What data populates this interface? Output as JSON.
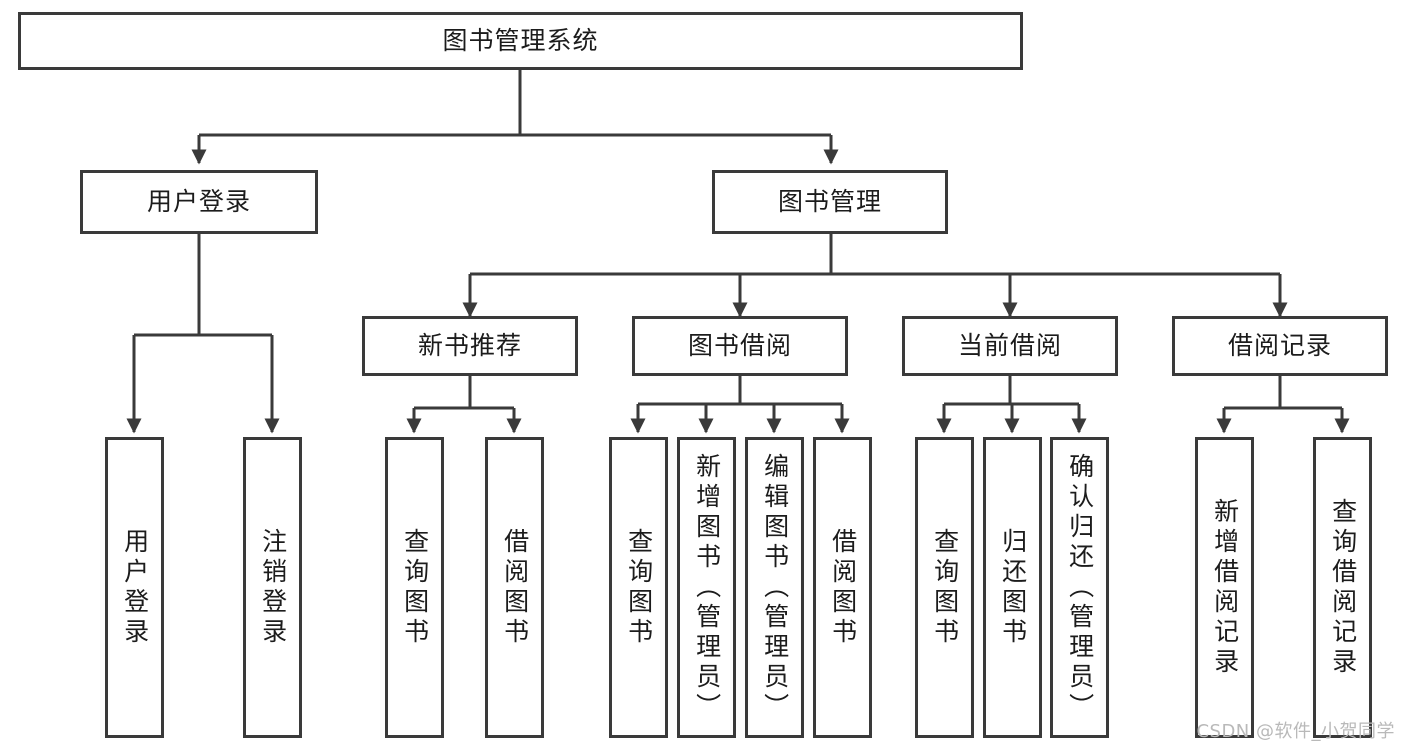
{
  "diagram": {
    "title": "图书管理系统",
    "watermark": "CSDN @软件_小贺同学",
    "colors": {
      "stroke": "#3a3a3a",
      "fill": "#ffffff",
      "text": "#1c1c1c",
      "watermark": "#b9b9b9"
    },
    "nodes": {
      "root": "图书管理系统",
      "user_login": "用户登录",
      "book_manage": "图书管理",
      "new_book_rec": "新书推荐",
      "book_borrow": "图书借阅",
      "current_borrow": "当前借阅",
      "borrow_record": "借阅记录",
      "leaf_user_login": "用户登录",
      "leaf_logout_login": "注销登录",
      "leaf_query_book_1": "查询图书",
      "leaf_borrow_book_1": "借阅图书",
      "leaf_query_book_2": "查询图书",
      "leaf_add_book_admin": "新增图书（管理员）",
      "leaf_edit_book_admin": "编辑图书（管理员）",
      "leaf_borrow_book_2": "借阅图书",
      "leaf_query_book_3": "查询图书",
      "leaf_return_book": "归还图书",
      "leaf_confirm_return_admin": "确认归还（管理员）",
      "leaf_add_record": "新增借阅记录",
      "leaf_query_record": "查询借阅记录"
    }
  }
}
